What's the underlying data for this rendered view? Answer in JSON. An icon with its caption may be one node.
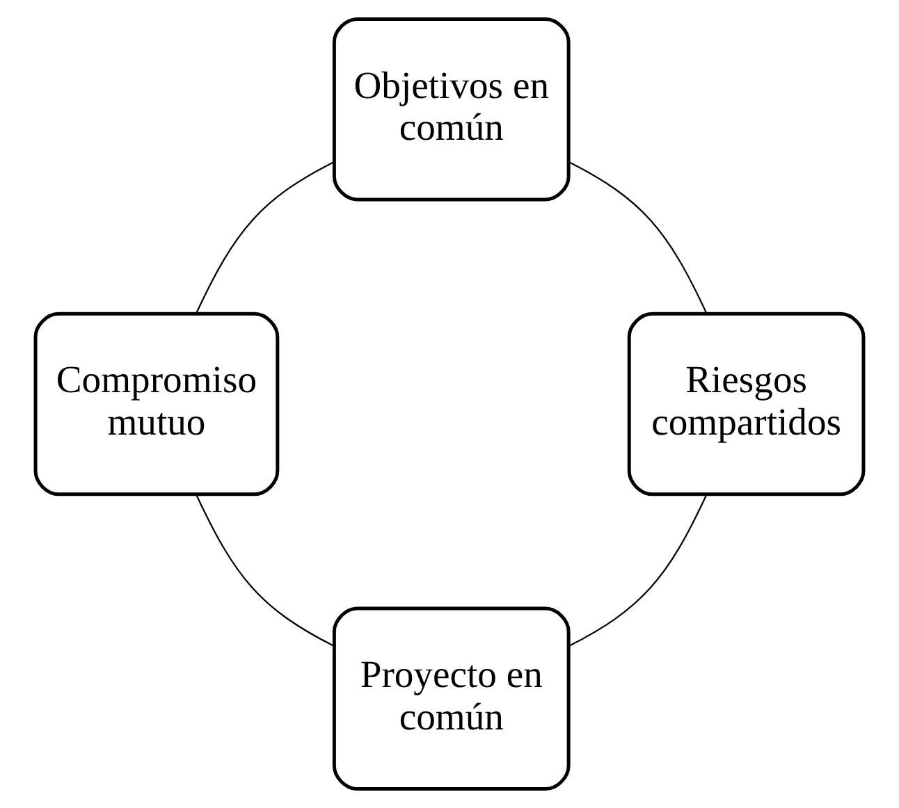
{
  "diagram": {
    "nodes": [
      {
        "text": [
          "Proyecto en común"
        ]
      },
      {
        "text": [
          "Riesgos compartidos"
        ]
      },
      {
        "text": [
          "Compromiso mutuo"
        ]
      },
      {
        "text": [
          "Objetivos en común"
        ]
      }
    ],
    "edges": [
      {
        "from": 0,
        "to": 2,
        "arrow": "none"
      },
      {
        "from": 2,
        "to": 3,
        "arrow": "none"
      },
      {
        "from": 3,
        "to": 1,
        "arrow": "none"
      },
      {
        "from": 1,
        "to": 0,
        "arrow": "none"
      }
    ]
  }
}
